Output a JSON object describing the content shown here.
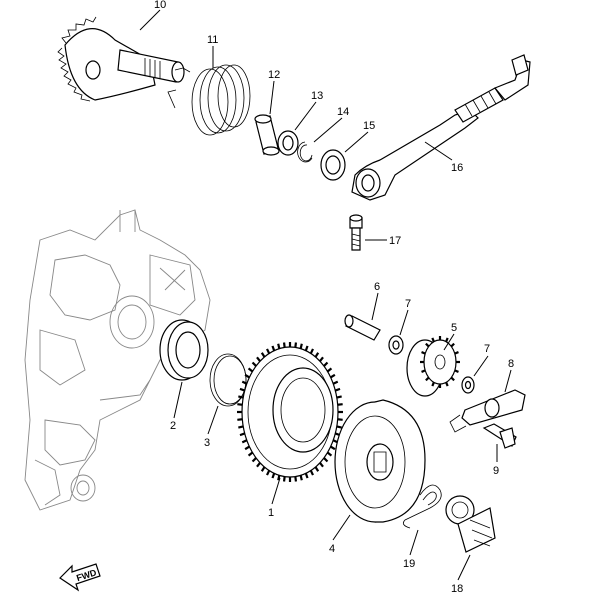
{
  "diagram": {
    "callouts": [
      "1",
      "2",
      "3",
      "4",
      "5",
      "6",
      "7",
      "7",
      "8",
      "9",
      "10",
      "11",
      "12",
      "13",
      "14",
      "15",
      "16",
      "17",
      "18",
      "19"
    ],
    "fwd_label": "FWD"
  }
}
